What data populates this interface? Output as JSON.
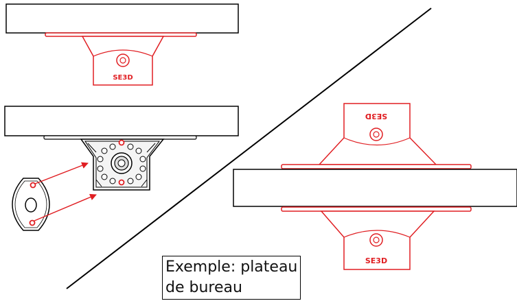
{
  "caption": {
    "line1": "Exemple: plateau",
    "line2": "de bureau"
  },
  "logo": {
    "text": "SE3D"
  },
  "colors": {
    "accent": "#e01e22",
    "outline": "#000000",
    "plate_fill": "#ffffff"
  },
  "icons": [
    "mount-bracket",
    "vesa-adapter-plate",
    "wall-plate",
    "arrow"
  ]
}
